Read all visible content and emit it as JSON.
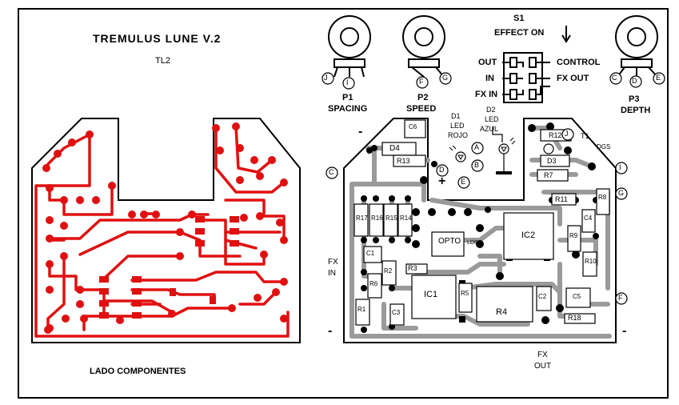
{
  "title": "TREMULUS LUNE V.2",
  "subtitle": "TL2",
  "bottom_label": "LADO COMPONENTES",
  "switch": {
    "name": "S1",
    "caption": "EFFECT ON",
    "out": "OUT",
    "in": "IN",
    "fxin": "FX IN",
    "control": "CONTROL",
    "fxout": "FX OUT"
  },
  "pots": [
    {
      "name": "P1",
      "label": "SPACING",
      "pins": [
        "J",
        "I"
      ]
    },
    {
      "name": "P2",
      "label": "SPEED",
      "pins": [
        "F",
        "G"
      ]
    },
    {
      "name": "P3",
      "label": "DEPTH",
      "pins": [
        "C",
        "D",
        "E"
      ]
    }
  ],
  "leds": [
    {
      "name": "D1",
      "line1": "LED",
      "line2": "ROJO"
    },
    {
      "name": "D2",
      "line1": "LED",
      "line2": "AZUL"
    }
  ],
  "board_pads": [
    "C",
    "D",
    "E",
    "A",
    "B",
    "J",
    "I",
    "G",
    "F"
  ],
  "transistor": {
    "name": "T1",
    "type": "DGS"
  },
  "components": [
    "D4",
    "C6",
    "R13",
    "R12",
    "D3",
    "R7",
    "R11",
    "R8",
    "C4",
    "R17",
    "R16",
    "R15",
    "R14",
    "OPTO",
    "LDR",
    "IC2",
    "R9",
    "R10",
    "C1",
    "R2",
    "R3",
    "R6",
    "R1",
    "C3",
    "IC1",
    "R5",
    "R4",
    "C2",
    "C5",
    "R18"
  ],
  "io": {
    "fx_in_1": "FX",
    "fx_in_2": "IN",
    "fx_out_1": "FX",
    "fx_out_2": "OUT"
  },
  "signs": {
    "plus": "+",
    "minus": "-"
  }
}
